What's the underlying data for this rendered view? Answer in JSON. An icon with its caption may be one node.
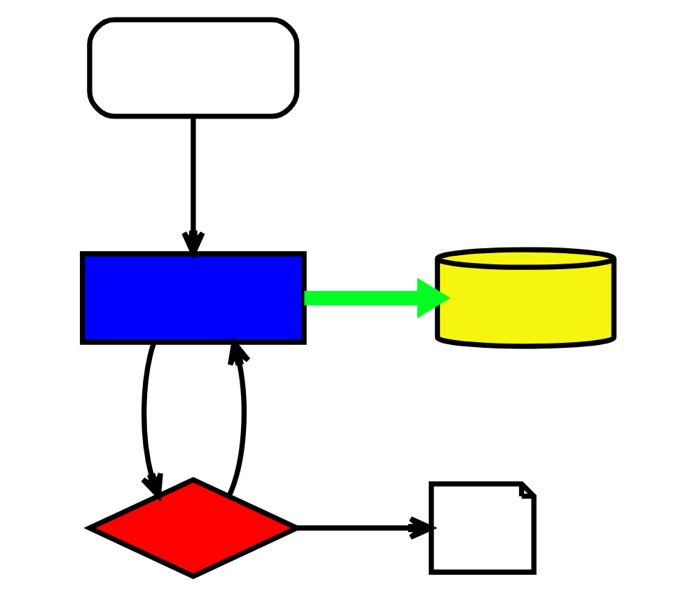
{
  "diagram": {
    "nodes": [
      {
        "text": [],
        "shape": "oval"
      },
      {
        "text": [],
        "shape": "box"
      },
      {
        "text": [],
        "shape": "cylinder"
      },
      {
        "text": [],
        "shape": "diamond"
      },
      {
        "text": [],
        "shape": "document"
      }
    ],
    "edges": [
      {
        "from": 0,
        "to": 1,
        "arrow": "to"
      },
      {
        "from": 1,
        "to": 2,
        "arrow": "to",
        "style": "thick",
        "color": "#00ff22"
      },
      {
        "from": 1,
        "to": 3,
        "arrow": "to"
      },
      {
        "from": 3,
        "to": 1,
        "arrow": "to"
      },
      {
        "from": 3,
        "to": 4,
        "arrow": "to"
      }
    ]
  }
}
